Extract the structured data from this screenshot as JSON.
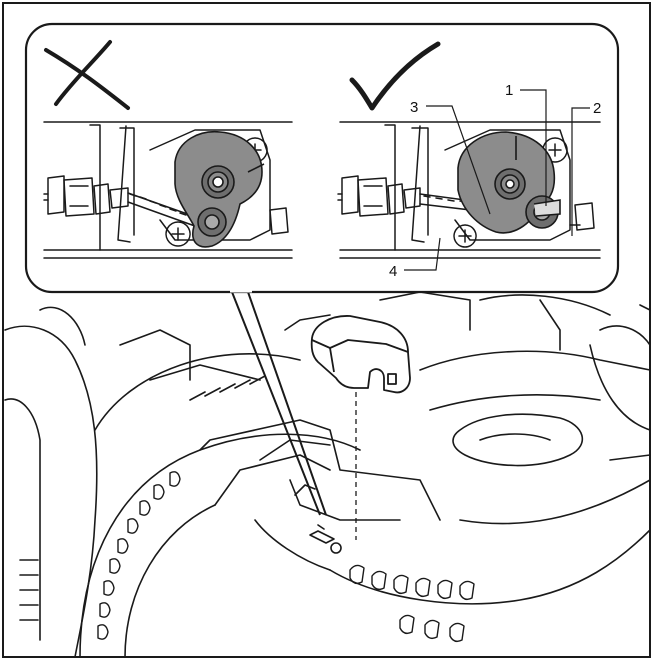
{
  "callouts": {
    "c1": "1",
    "c2": "2",
    "c3": "3",
    "c4": "4"
  },
  "marks": {
    "incorrect": "cross-mark",
    "correct": "check-mark"
  },
  "colors": {
    "line": "#1a1a1a",
    "cam_fill": "#8c8c8c",
    "paper": "#ffffff"
  }
}
